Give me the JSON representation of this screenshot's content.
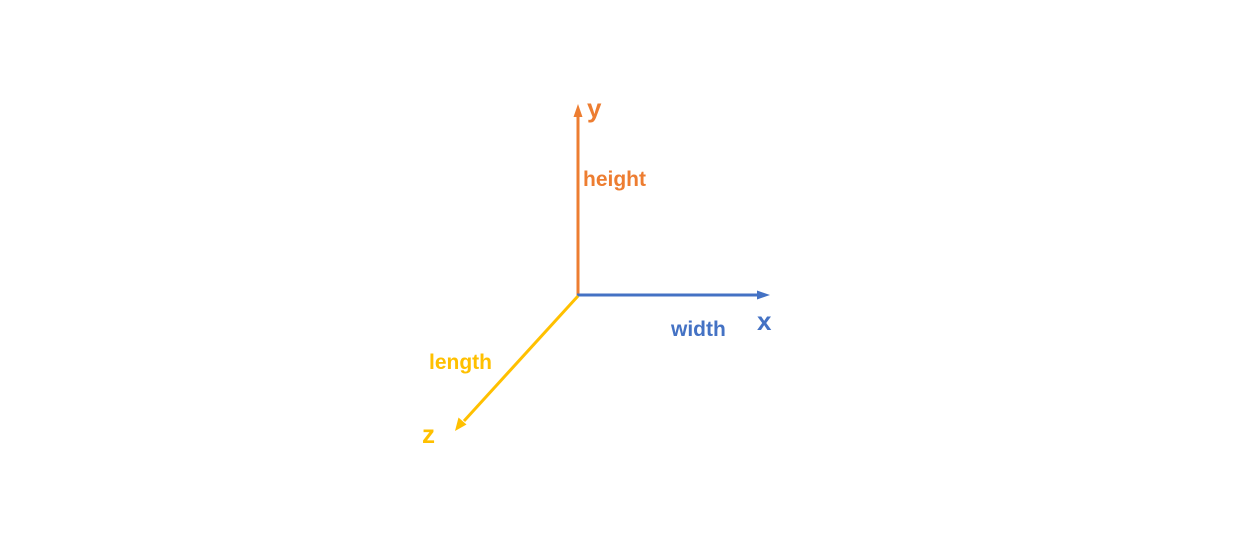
{
  "colors": {
    "x_axis": "#4472C4",
    "y_axis": "#ED7D31",
    "z_axis": "#FFC000",
    "background": "#FFFFFF"
  },
  "axes": {
    "x": {
      "letter": "x",
      "dimension": "width"
    },
    "y": {
      "letter": "y",
      "dimension": "height"
    },
    "z": {
      "letter": "z",
      "dimension": "length"
    }
  }
}
